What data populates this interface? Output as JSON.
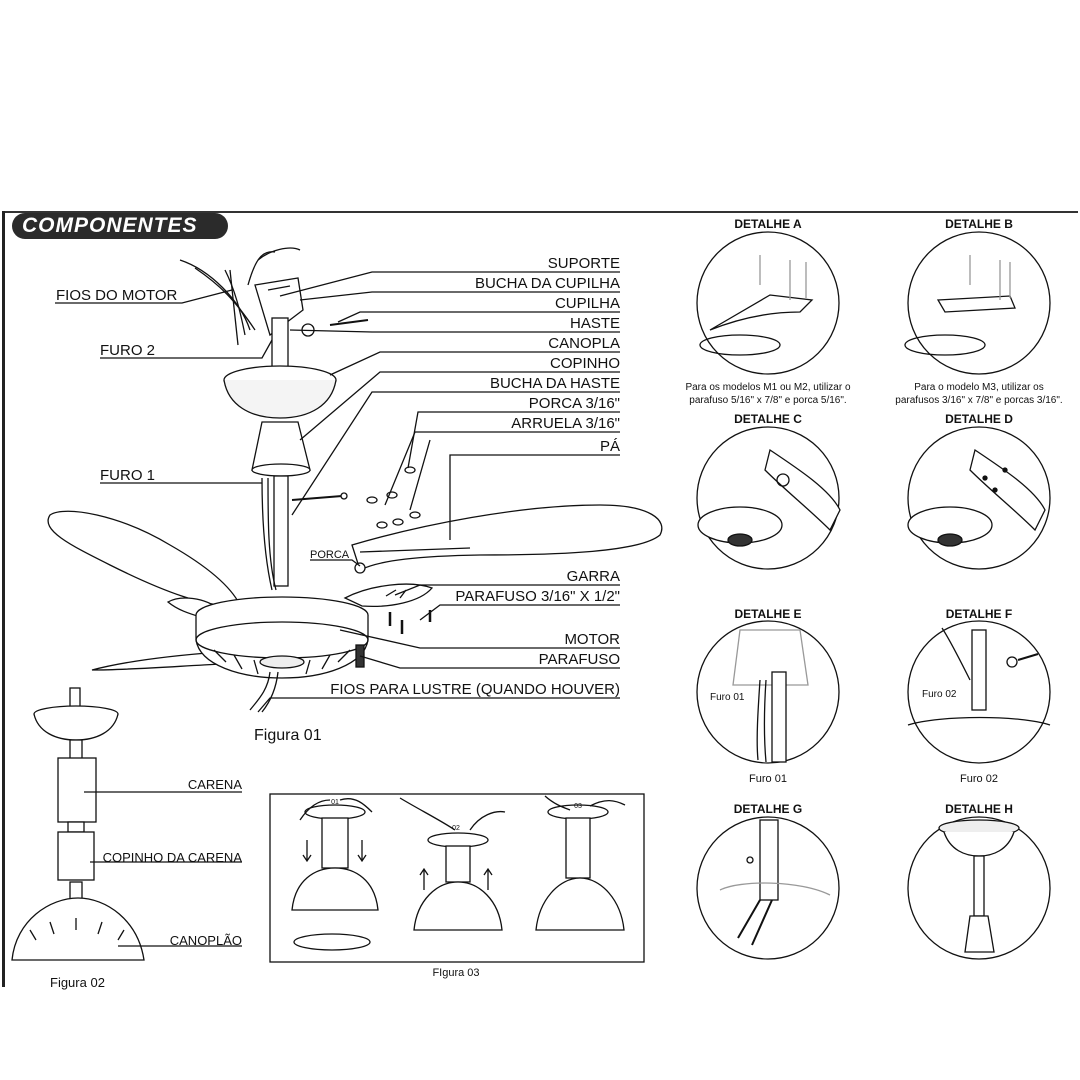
{
  "header": {
    "title": "COMPONENTES"
  },
  "fig1": {
    "labels": {
      "suporte": "SUPORTE",
      "bucha_cupilha": "BUCHA DA CUPILHA",
      "cupilha": "CUPILHA",
      "haste": "HASTE",
      "canopla": "CANOPLA",
      "copinho": "COPINHO",
      "bucha_haste": "BUCHA DA HASTE",
      "porca_316": "PORCA 3/16\"",
      "arruela": "ARRUELA 3/16\"",
      "pa": "PÁ",
      "garra": "GARRA",
      "parafuso_316": "PARAFUSO 3/16\" X 1/2\"",
      "motor": "MOTOR",
      "parafuso": "PARAFUSO",
      "fios_lustre": "FIOS PARA LUSTRE (QUANDO HOUVER)",
      "fios_motor": "FIOS DO MOTOR",
      "furo2": "FURO 2",
      "furo1": "FURO 1",
      "porca": "PORCA"
    },
    "caption": "Figura 01"
  },
  "fig2": {
    "labels": {
      "carena": "CARENA",
      "copinho_carena": "COPINHO DA CARENA",
      "canoplao": "CANOPLÃO"
    },
    "caption": "Figura 02"
  },
  "fig3": {
    "steps": [
      "01",
      "02",
      "03"
    ],
    "caption": "FIgura 03"
  },
  "details": {
    "a": {
      "title": "DETALHE A",
      "note_line1": "Para os modelos M1 ou M2, utilizar o",
      "note_line2": "parafuso 5/16\" x 7/8\" e porca 5/16\"."
    },
    "b": {
      "title": "DETALHE B",
      "note_line1": "Para o modelo M3, utilizar os",
      "note_line2": "parafusos 3/16\" x 7/8\" e porcas 3/16\"."
    },
    "c": {
      "title": "DETALHE C"
    },
    "d": {
      "title": "DETALHE D"
    },
    "e": {
      "title": "DETALHE E",
      "inner_label": "Furo 01",
      "caption": "Furo 01"
    },
    "f": {
      "title": "DETALHE F",
      "inner_label": "Furo 02",
      "caption": "Furo 02"
    },
    "g": {
      "title": "DETALHE G"
    },
    "h": {
      "title": "DETALHE H"
    }
  }
}
